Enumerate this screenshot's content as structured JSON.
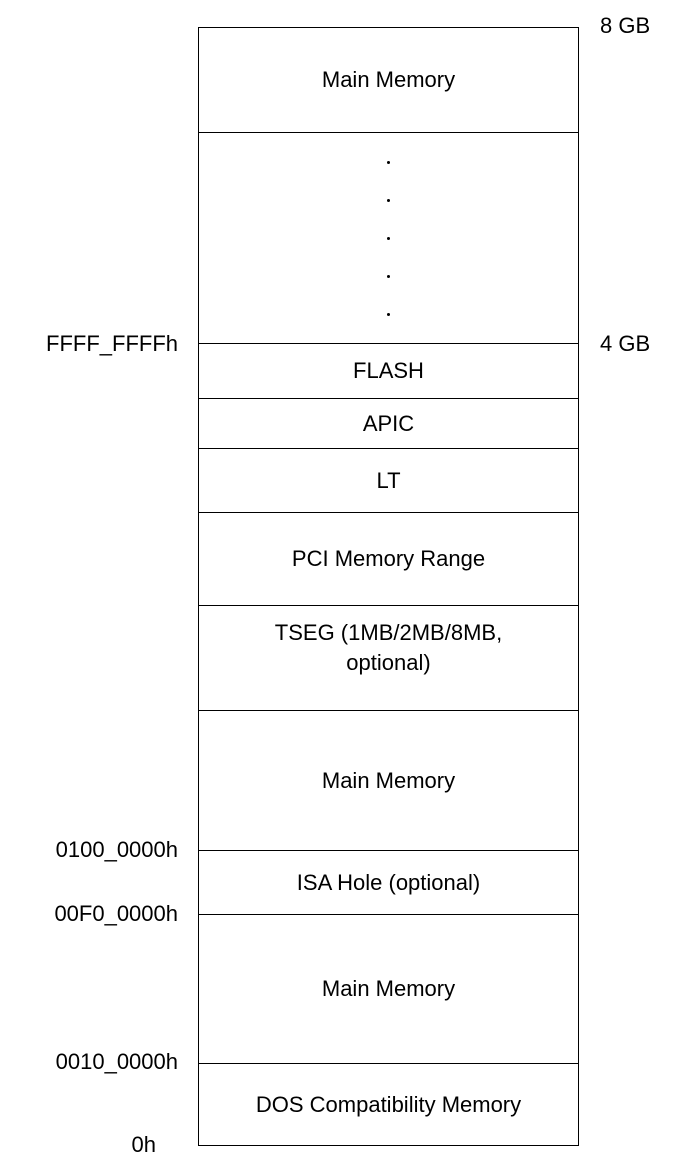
{
  "diagram": {
    "title": "System Memory Address Map",
    "regions": [
      {
        "label": "Main Memory"
      },
      {
        "label": "...",
        "elided": true
      },
      {
        "label": "FLASH"
      },
      {
        "label": "APIC"
      },
      {
        "label": "LT"
      },
      {
        "label": "PCI Memory Range"
      },
      {
        "label": "TSEG (1MB/2MB/8MB, optional)"
      },
      {
        "label": "Main Memory"
      },
      {
        "label": "ISA Hole (optional)"
      },
      {
        "label": "Main Memory"
      },
      {
        "label": "DOS Compatibility Memory"
      }
    ],
    "left_addresses": {
      "ffff_ffff": "FFFF_FFFFh",
      "a0100_0000": "0100_0000h",
      "a00f0_0000": "00F0_0000h",
      "a0010_0000": "0010_0000h",
      "zero": "0h"
    },
    "right_sizes": {
      "top": "8 GB",
      "four_gb": "4 GB"
    }
  }
}
